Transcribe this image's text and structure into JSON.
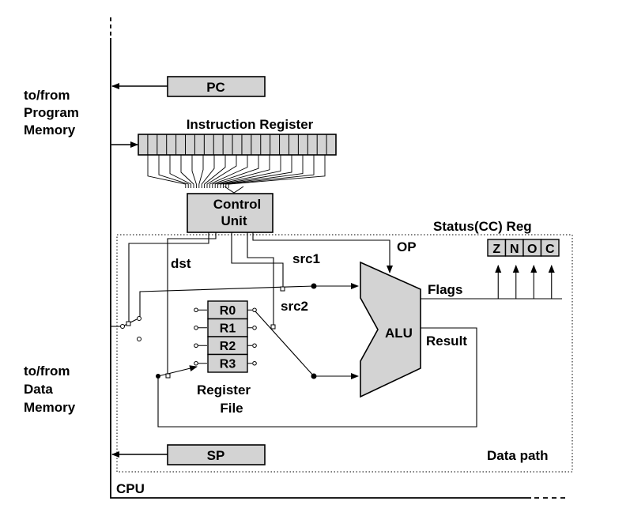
{
  "labels": {
    "pc": "PC",
    "sp": "SP",
    "instruction_register": "Instruction Register",
    "control_unit_line1": "Control",
    "control_unit_line2": "Unit",
    "status_reg": "Status(CC) Reg",
    "program_memory_line1": "to/from",
    "program_memory_line2": "Program",
    "program_memory_line3": "Memory",
    "data_memory_line1": "to/from",
    "data_memory_line2": "Data",
    "data_memory_line3": "Memory",
    "op": "OP",
    "src1": "src1",
    "src2": "src2",
    "dst": "dst",
    "flags": "Flags",
    "alu": "ALU",
    "result": "Result",
    "register_file_line1": "Register",
    "register_file_line2": "File",
    "data_path": "Data path",
    "cpu": "CPU"
  },
  "flags": [
    "Z",
    "N",
    "O",
    "C"
  ],
  "registers": [
    "R0",
    "R1",
    "R2",
    "R3"
  ]
}
